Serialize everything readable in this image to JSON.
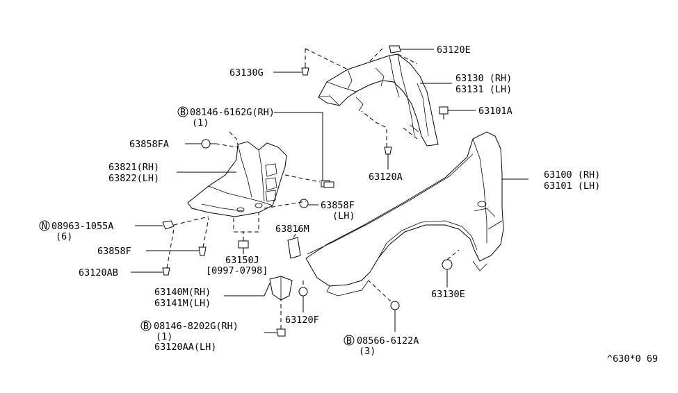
{
  "parts": {
    "p63120E": "63120E",
    "p63130G": "63130G",
    "p63130": "63130 (RH)",
    "p63131": "63131 (LH)",
    "p63101A": "63101A",
    "b08146_6162G": "08146-6162G(RH)",
    "b08146_6162G_qty": "(1)",
    "p63858FA": "63858FA",
    "p63821": "63821(RH)",
    "p63822": "63822(LH)",
    "p63120A": "63120A",
    "p63100": "63100 (RH)",
    "p63101": "63101 (LH)",
    "n08963": "08963-1055A",
    "n08963_qty": "(6)",
    "p63858F_r": "63858F",
    "p63858F_r_side": "(LH)",
    "p63816M": "63816M",
    "p63858F_l": "63858F",
    "p63150J": "63150J",
    "p63150J_range": "[0997-0798]",
    "p63120AB": "63120AB",
    "p63130E": "63130E",
    "p63140M": "63140M(RH)",
    "p63141M": "63141M(LH)",
    "p63120F": "63120F",
    "b08146_8202G": "08146-8202G(RH)",
    "b08146_8202G_qty": "(1)",
    "p63120AA": "63120AA(LH)",
    "b08566": "08566-6122A",
    "b08566_qty": "(3)",
    "diagram_code": "^630*0 69"
  },
  "markers": {
    "bolt": "B",
    "nut": "N"
  }
}
